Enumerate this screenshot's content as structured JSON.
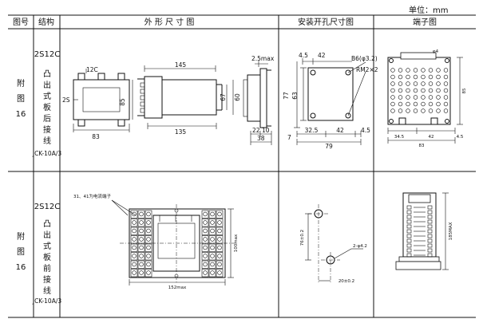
{
  "unit_label": "单位：mm",
  "header": {
    "col_no": "图号",
    "col_structure": "结构",
    "col_outline": "外 形 尺 寸 图",
    "col_mount": "安装开孔尺寸图",
    "col_terminal": "端子图"
  },
  "rows": [
    {
      "fig_chars": [
        "附",
        "图",
        "16"
      ],
      "model": "2S12C",
      "structure_chars": [
        "凸",
        "出",
        "式",
        "板",
        "后",
        "接",
        "线"
      ],
      "type_code": "JCK-10A/3"
    },
    {
      "fig_chars": [
        "附",
        "图",
        "16"
      ],
      "model": "2S12C",
      "structure_chars": [
        "凸",
        "出",
        "式",
        "板",
        "前",
        "接",
        "线"
      ],
      "type_code": "JCK-10A/3"
    }
  ],
  "row1_outline": {
    "d_12c": "12C",
    "d_2s": "2S",
    "d_85": "85",
    "d_83": "83",
    "d_145": "145",
    "d_67": "67",
    "d_60": "60",
    "d_135": "135",
    "d_25max": "2.5max",
    "d_22": "22",
    "d_10": "10",
    "d_38": "38"
  },
  "row1_mount": {
    "d_45a": "4.5",
    "d_42a": "42",
    "d_b6": "B6(φ3.2)",
    "d_rm": "RM2×2",
    "d_77": "77",
    "d_63": "63",
    "d_7": "7",
    "d_325": "32.5",
    "d_42b": "42",
    "d_45b": "4.5",
    "d_79": "79"
  },
  "row1_terminal": {
    "d_phi4": "φ4",
    "d_345": "34.5",
    "d_42": "42",
    "d_45": "4.5",
    "d_83": "83",
    "d_85": "85"
  },
  "row2_outline": {
    "callout": "31、41为电流端子",
    "d_100max": "100max",
    "d_152max": "152max"
  },
  "row2_mount": {
    "d_76": "76±0.2",
    "d_2phi": "2-φ4.2",
    "d_20": "20±0.2"
  },
  "row2_terminal": {
    "d_185max": "185MAX"
  }
}
